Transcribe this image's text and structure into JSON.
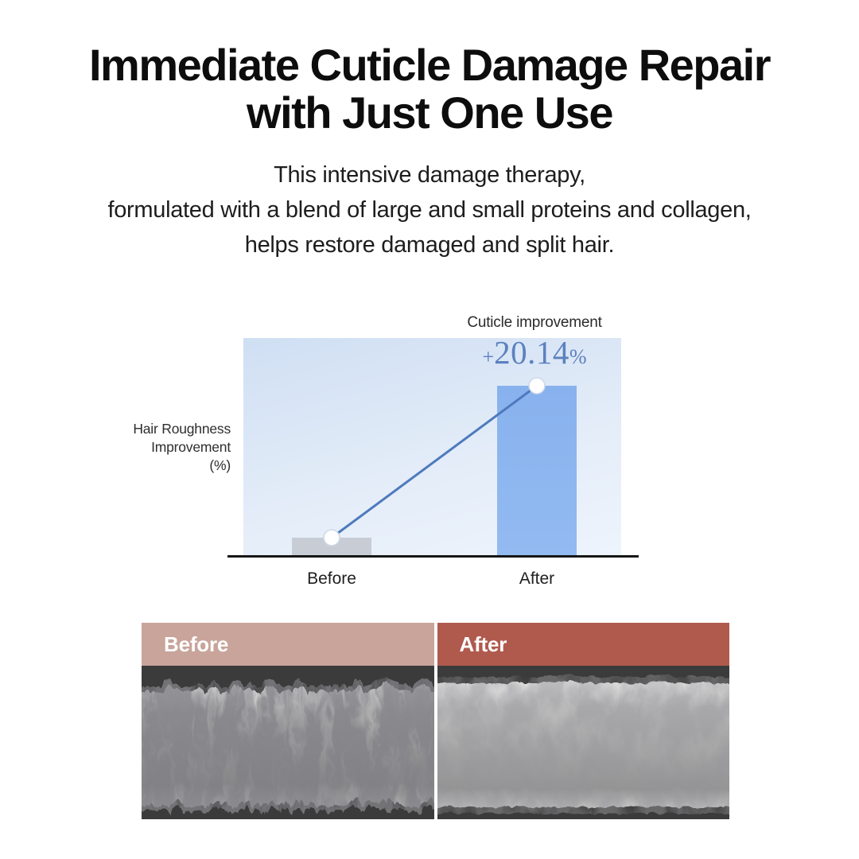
{
  "title": {
    "line1": "Immediate Cuticle Damage Repair",
    "line2": "with Just One Use"
  },
  "subtitle": {
    "line1": "This intensive damage therapy,",
    "line2": "formulated with a blend of large and small proteins and collagen,",
    "line3": "helps restore damaged and split hair."
  },
  "chart": {
    "annotation_label": "Cuticle improvement",
    "value_plus": "+",
    "value_number": "20.14",
    "value_percent": "%",
    "y_axis_label_lines": [
      "Hair Roughness",
      "Improvement",
      "(%)"
    ],
    "x_labels": {
      "before": "Before",
      "after": "After"
    }
  },
  "chart_data": {
    "type": "bar",
    "categories": [
      "Before",
      "After"
    ],
    "values": [
      2.1,
      20.14
    ],
    "value_labels": [
      "",
      "+20.14%"
    ],
    "title": "Cuticle improvement",
    "xlabel": "",
    "ylabel": "Hair Roughness Improvement (%)",
    "ylim": [
      0,
      22
    ],
    "grid": false,
    "legend": false,
    "annotations": [
      "Trend line with circular markers connects the top of the Before bar to the top of the After bar"
    ]
  },
  "comparison": {
    "before_label": "Before",
    "after_label": "After"
  },
  "colors": {
    "bar-gray": "#c8cdd5",
    "bar-blue": "#88b2ee",
    "line-blue": "#4e7abd",
    "value-blue": "#5c81bf",
    "axis-dark": "#161616",
    "before-header": "#c8a49b",
    "after-header": "#b05a4e"
  }
}
